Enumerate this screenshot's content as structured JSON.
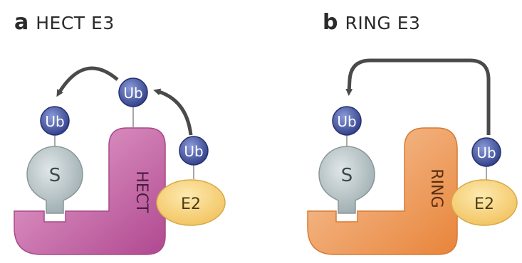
{
  "panels": [
    {
      "letter": "a",
      "title": "HECT E3",
      "e3_label": "HECT",
      "substrate_label": "S",
      "e2_label": "E2",
      "ub_label": "Ub"
    },
    {
      "letter": "b",
      "title": "RING E3",
      "e3_label": "RING",
      "substrate_label": "S",
      "e2_label": "E2",
      "ub_label": "Ub"
    }
  ],
  "colors": {
    "hect": "#c75aa0",
    "ring": "#f0a060",
    "substrate": "#b9c4c6",
    "e2": "#f8d07a",
    "ub": "#3f4f9a",
    "arrow": "#4a4a4a"
  }
}
